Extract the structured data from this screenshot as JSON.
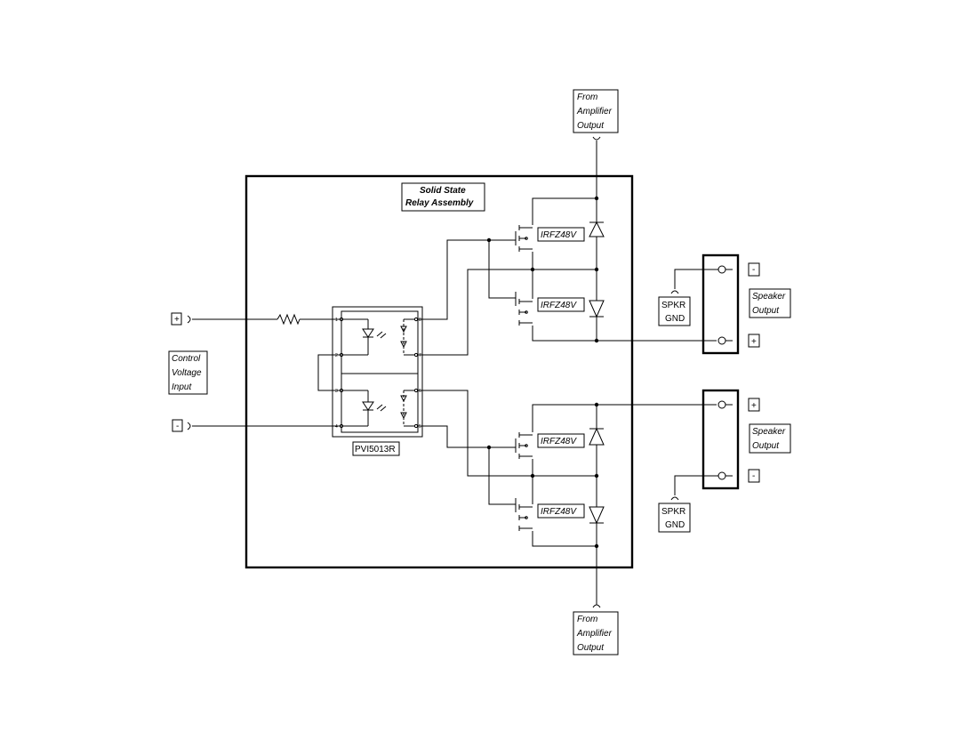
{
  "labels": {
    "assembly_title_line1": "Solid State",
    "assembly_title_line2": "Relay Assembly",
    "from_amp_top": [
      "From",
      "Amplifier",
      "Output"
    ],
    "from_amp_bottom": [
      "From",
      "Amplifier",
      "Output"
    ],
    "control_voltage": [
      "Control",
      "Voltage",
      "Input"
    ],
    "speaker_output_top": [
      "Speaker",
      "Output"
    ],
    "speaker_output_bottom": [
      "Speaker",
      "Output"
    ],
    "spkr_gnd_top": [
      "SPKR",
      "GND"
    ],
    "spkr_gnd_bottom": [
      "SPKR",
      "GND"
    ],
    "ic_part": "PVI5013R",
    "mosfets": [
      "IRFZ48V",
      "IRFZ48V",
      "IRFZ48V",
      "IRFZ48V"
    ],
    "ic_pins_left": [
      "1",
      "2",
      "3",
      "4"
    ],
    "ic_pins_right": [
      "8",
      "7",
      "6",
      "5"
    ],
    "control_plus": "+",
    "control_minus": "-",
    "speaker_top_minus": "-",
    "speaker_top_plus": "+",
    "speaker_bottom_plus": "+",
    "speaker_bottom_minus": "-"
  }
}
